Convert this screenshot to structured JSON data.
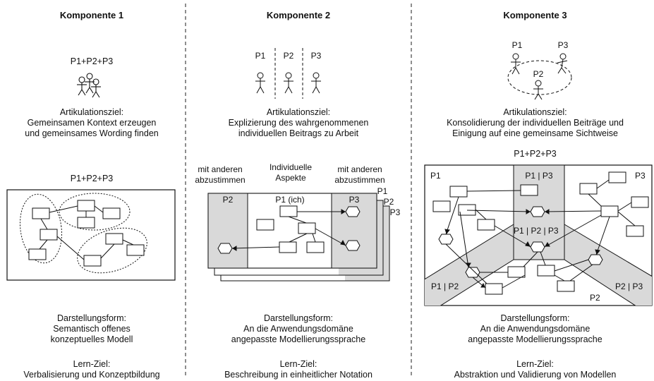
{
  "columns": [
    {
      "title": "Komponente 1",
      "participants_label": "P1+P2+P3",
      "goal_heading": "Artikulationsziel:",
      "goal_line1": "Gemeinsamen Kontext erzeugen",
      "goal_line2": "und gemeinsames Wording finden",
      "model_label": "P1+P2+P3",
      "form_heading": "Darstellungsform:",
      "form_line1": "Semantisch offenes",
      "form_line2": "konzeptuelles Modell",
      "learn_heading": "Lern-Ziel:",
      "learn_line": "Verbalisierung und Konzeptbildung"
    },
    {
      "title": "Komponente 2",
      "p1": "P1",
      "p2": "P2",
      "p3": "P3",
      "goal_heading": "Artikulationsziel:",
      "goal_line1": "Explizierung des wahrgenommenen",
      "goal_line2": "individuellen Beitrags zu Arbeit",
      "left_label1": "mit anderen",
      "left_label2": "abzustimmen",
      "center_label1": "Individuelle",
      "center_label2": "Aspekte",
      "right_label1": "mit anderen",
      "right_label2": "abzustimmen",
      "panel_left": "P2",
      "panel_center": "P1 (ich)",
      "panel_right": "P3",
      "stack1": "P1",
      "stack2": "P2",
      "stack3": "P3",
      "form_heading": "Darstellungsform:",
      "form_line1": "An die Anwendungsdomäne",
      "form_line2": "angepasste Modellierungssprache",
      "learn_heading": "Lern-Ziel:",
      "learn_line": "Beschreibung in einheitlicher Notation"
    },
    {
      "title": "Komponente 3",
      "p1": "P1",
      "p2": "P2",
      "p3": "P3",
      "goal_heading": "Artikulationsziel:",
      "goal_line1": "Konsolidierung der individuellen Beiträge und",
      "goal_line2": "Einigung auf eine gemeinsame Sichtweise",
      "model_label": "P1+P2+P3",
      "region_p1": "P1",
      "region_p3": "P3",
      "region_p1p3": "P1 | P3",
      "region_p1p2p3": "P1 | P2 | P3",
      "region_p1p2": "P1 | P2",
      "region_p2p3": "P2 | P3",
      "region_p2": "P2",
      "form_heading": "Darstellungsform:",
      "form_line1": "An die Anwendungsdomäne",
      "form_line2": "angepasste Modellierungssprache",
      "learn_heading": "Lern-Ziel:",
      "learn_line": "Abstraktion und Validierung von Modellen"
    }
  ]
}
